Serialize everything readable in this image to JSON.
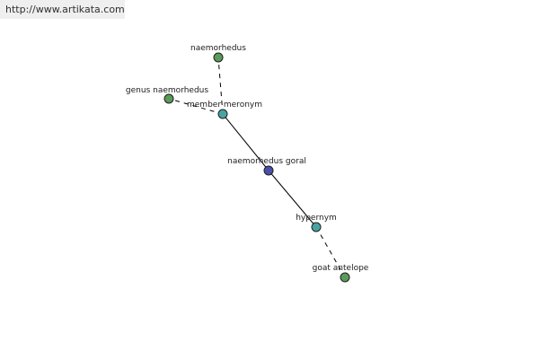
{
  "header": {
    "url": "http://www.artikata.com"
  },
  "graph": {
    "colors": {
      "leaf": "#5a9a5a",
      "relation": "#4aa3a3",
      "center": "#4a4fa8",
      "edge": "#000000"
    },
    "nodes": {
      "naemorhedus": {
        "label": "naemorhedus",
        "kind": "leaf"
      },
      "genus_naemorhedus": {
        "label": "genus naemorhedus",
        "kind": "leaf"
      },
      "member_meronym": {
        "label": "member meronym",
        "kind": "relation"
      },
      "naemorhedus_goral": {
        "label": "naemorhedus goral",
        "kind": "center"
      },
      "hypernym": {
        "label": "hypernym",
        "kind": "relation"
      },
      "goat_antelope": {
        "label": "goat antelope",
        "kind": "leaf"
      }
    },
    "edges": [
      {
        "from": "naemorhedus_goral",
        "to": "member_meronym",
        "style": "solid"
      },
      {
        "from": "naemorhedus_goral",
        "to": "hypernym",
        "style": "solid"
      },
      {
        "from": "member_meronym",
        "to": "naemorhedus",
        "style": "dashed"
      },
      {
        "from": "member_meronym",
        "to": "genus_naemorhedus",
        "style": "dashed"
      },
      {
        "from": "hypernym",
        "to": "goat_antelope",
        "style": "dashed"
      }
    ]
  }
}
